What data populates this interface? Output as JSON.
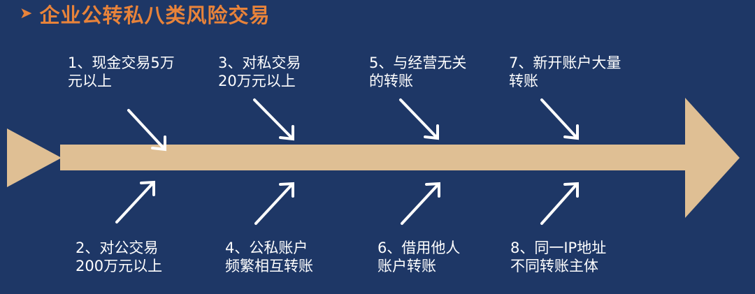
{
  "title": {
    "bullet_icon": "chevron-right-icon",
    "text": "企业公转私八类风险交易"
  },
  "colors": {
    "background": "#1e3766",
    "accent": "#e8833a",
    "arrow_body": "#dfbf94",
    "text": "#ffffff"
  },
  "items": [
    {
      "line1": "1、现金交易5万",
      "line2": "元以上"
    },
    {
      "line1": "2、对公交易",
      "line2": "200万元以上"
    },
    {
      "line1": "3、对私交易",
      "line2": "20万元以上"
    },
    {
      "line1": "4、公私账户",
      "line2": "频繁相互转账"
    },
    {
      "line1": "5、与经营无关",
      "line2": "的转账"
    },
    {
      "line1": "6、借用他人",
      "line2": "账户转账"
    },
    {
      "line1": "7、新开账户大量",
      "line2": "转账"
    },
    {
      "line1": "8、同一IP地址",
      "line2": "不同转账主体"
    }
  ]
}
